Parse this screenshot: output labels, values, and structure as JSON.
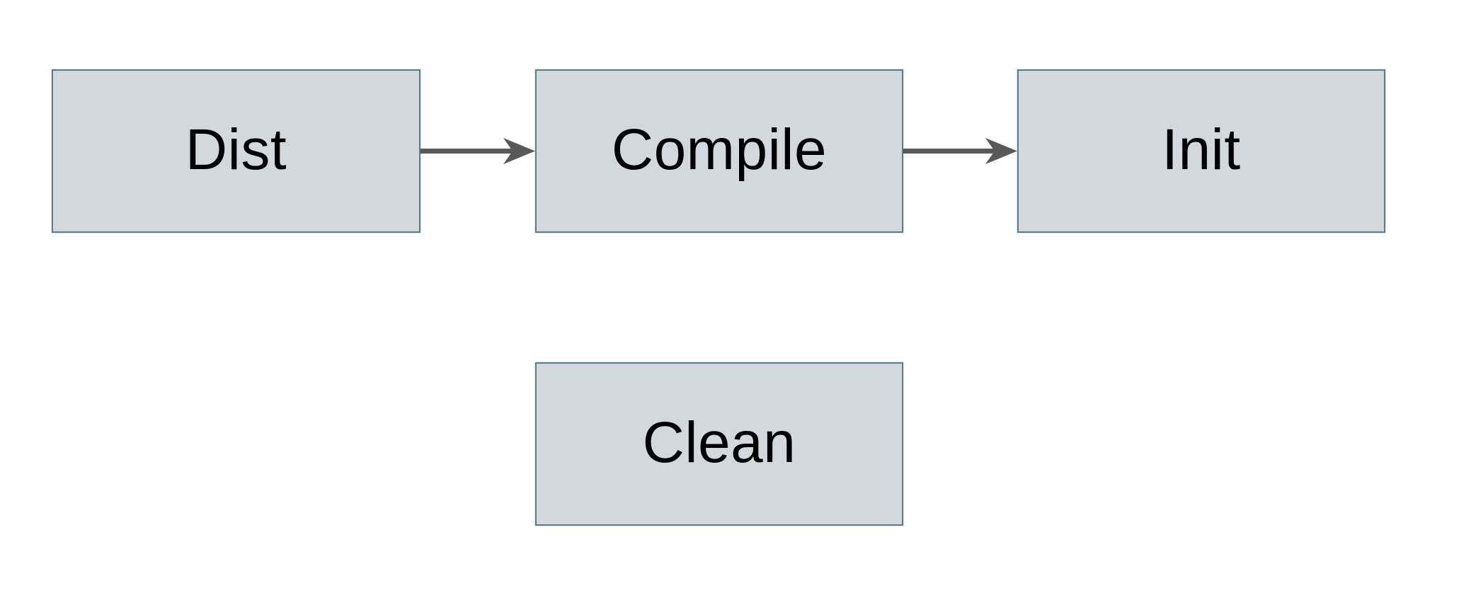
{
  "diagram": {
    "type": "flowchart",
    "nodes": [
      {
        "id": "dist",
        "label": "Dist"
      },
      {
        "id": "compile",
        "label": "Compile"
      },
      {
        "id": "init",
        "label": "Init"
      },
      {
        "id": "clean",
        "label": "Clean"
      }
    ],
    "edges": [
      {
        "from": "Dist",
        "to": "Compile",
        "style": "arrow"
      },
      {
        "from": "Compile",
        "to": "Init",
        "style": "arrow"
      }
    ],
    "colors": {
      "background": "#ffffff",
      "node_fill": "#d2d8db",
      "node_border": "#5e7b89",
      "arrow": "#58595b",
      "label_text": "#000000"
    }
  }
}
